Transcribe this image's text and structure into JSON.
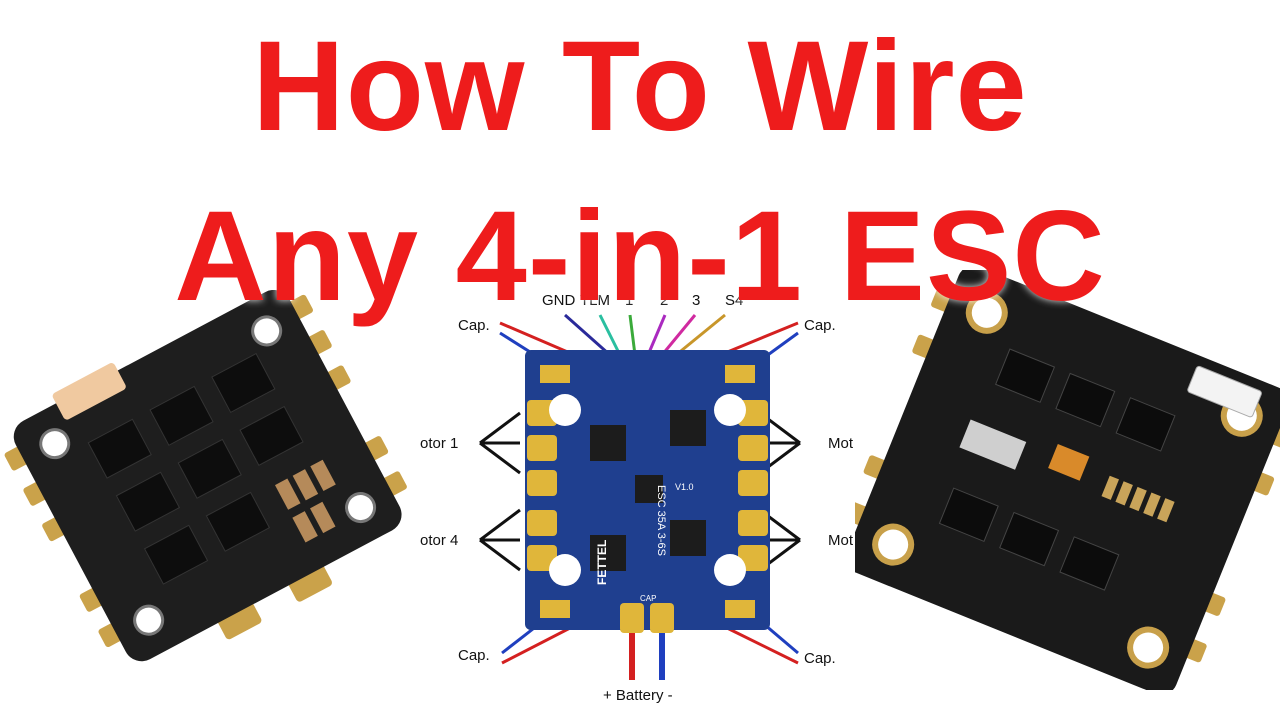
{
  "title": {
    "line1": "How To Wire",
    "line2": "Any 4-in-1 ESC"
  },
  "diagram": {
    "signal_labels": [
      "GND",
      "TLM",
      "1",
      "2",
      "3",
      "S4"
    ],
    "cap_label": "Cap.",
    "motor_left_top": "otor 1",
    "motor_left_bottom": "otor 4",
    "motor_right_top": "Mot",
    "motor_right_bottom": "Mot",
    "battery_label": "+ Battery -",
    "board_text": "ESC 35A 3-6S",
    "brand_text": "FETTEL",
    "version": "V1.0",
    "cap_pad": "CAP"
  },
  "colors": {
    "title_red": "#ee1c1c",
    "pcb_blue": "#1f3f8f",
    "pcb_black": "#1b1b1b",
    "gold": "#d9b04a",
    "wire_red": "#d42020",
    "wire_blue": "#1f3fbf"
  }
}
